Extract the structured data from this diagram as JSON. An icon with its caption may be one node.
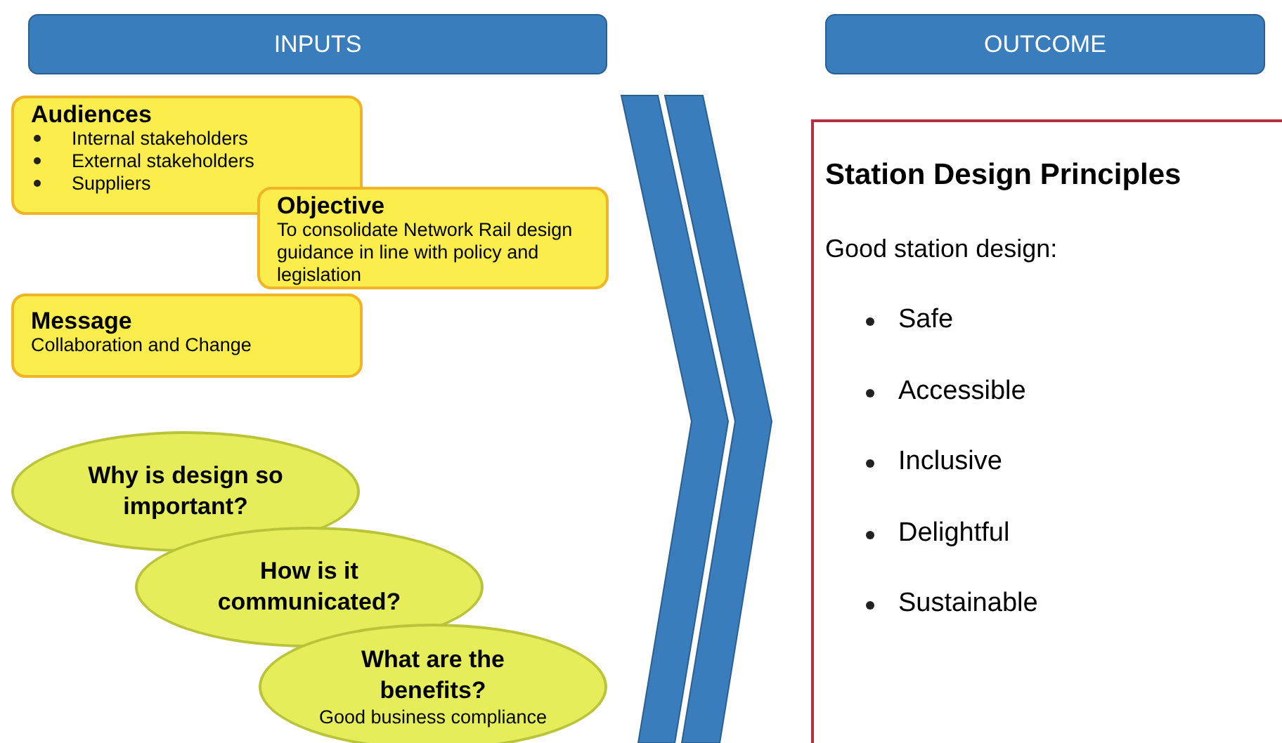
{
  "diagram": {
    "nodes": [
      {
        "text": [
          "INPUTS"
        ]
      },
      {
        "text": [
          "OUTCOME"
        ]
      },
      {
        "text": [
          "Audiences",
          "Internal stakeholders",
          "External stakeholders",
          "Suppliers"
        ]
      },
      {
        "text": [
          "Message",
          "Collaboration and Change"
        ]
      },
      {
        "text": [
          "Objective",
          "To consolidate Network Rail design guidance in line with policy and legislation"
        ]
      },
      {
        "text": [
          "Why is design so important?"
        ]
      },
      {
        "text": [
          "How is it communicated?"
        ]
      },
      {
        "text": [
          "What are the benefits?",
          "Good business compliance"
        ]
      },
      {
        "text": [
          "Station Design Principles",
          "Good station design:",
          "Safe",
          "Accessible",
          "Inclusive",
          "Delightful",
          "Sustainable"
        ]
      }
    ],
    "edges": []
  }
}
